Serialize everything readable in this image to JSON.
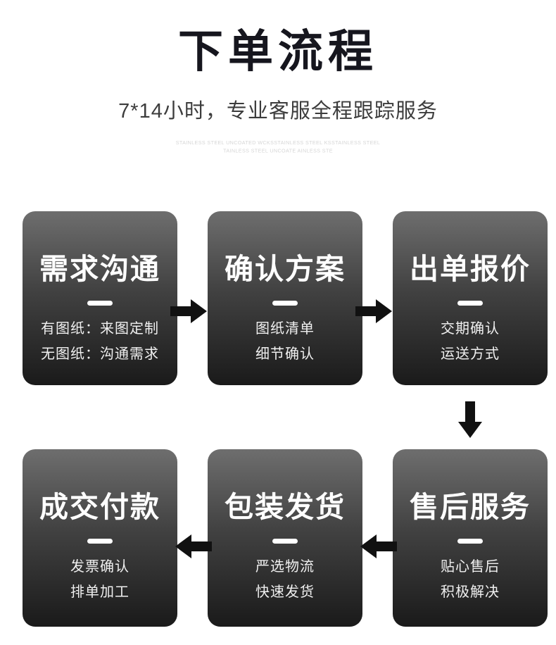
{
  "header": {
    "title": "下单流程",
    "subtitle": "7*14小时，专业客服全程跟踪服务",
    "watermark_line1": "STAINLESS STEEL UNCOATED WCKSSTAINLESS STEEL KSSTAINLESS STEEL",
    "watermark_line2": "TAINLESS STEEL UNCOATE AINLESS STE"
  },
  "colors": {
    "background": "#ffffff",
    "title_text": "#16161e",
    "subtitle_text": "#3c3c3c",
    "watermark_text": "#d6d6d6",
    "card_gradient_top": "#6e6e6e",
    "card_gradient_bottom": "#1a1a1a",
    "card_text": "#ffffff",
    "arrow": "#111111"
  },
  "icons": {
    "arrow_right": "right-solid-arrow",
    "arrow_down": "down-solid-arrow",
    "arrow_left": "left-solid-arrow"
  },
  "flow": {
    "arrow_directions": [
      "right",
      "right",
      "down",
      "left",
      "left"
    ]
  },
  "steps": [
    {
      "title": "需求沟通",
      "lines": [
        "有图纸：来图定制",
        "无图纸：沟通需求"
      ]
    },
    {
      "title": "确认方案",
      "lines": [
        "图纸清单",
        "细节确认"
      ]
    },
    {
      "title": "出单报价",
      "lines": [
        "交期确认",
        "运送方式"
      ]
    },
    {
      "title": "成交付款",
      "lines": [
        "发票确认",
        "排单加工"
      ]
    },
    {
      "title": "包装发货",
      "lines": [
        "严选物流",
        "快速发货"
      ]
    },
    {
      "title": "售后服务",
      "lines": [
        "贴心售后",
        "积极解决"
      ]
    }
  ]
}
